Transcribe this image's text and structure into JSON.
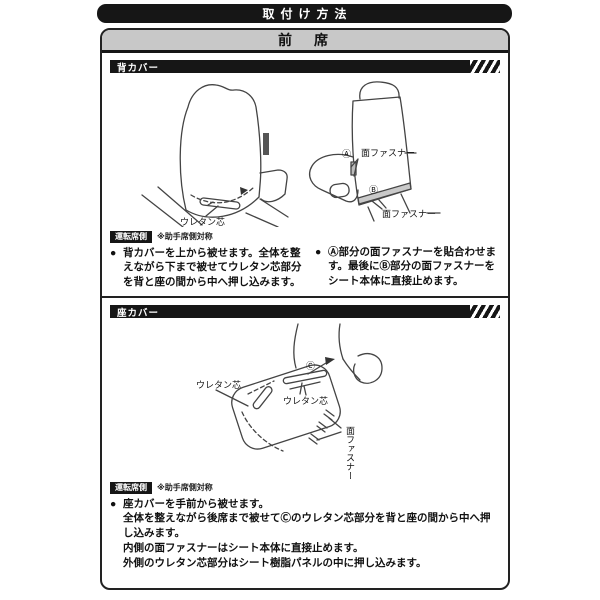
{
  "header": {
    "title": "取付け方法"
  },
  "front_seat": {
    "title": "前　席"
  },
  "glyphs": {
    "bullet": "●"
  },
  "labels": {
    "urethane_core": "ウレタン芯",
    "hook_fastener": "面ファスナー",
    "marker_a": "Ⓐ",
    "marker_b": "Ⓑ",
    "marker_c": "Ⓒ"
  },
  "colors": {
    "bar_black": "#161616",
    "band_gray": "#c8c8c8"
  },
  "back_cover": {
    "section_title": "背カバー",
    "side_badge": "運転席側",
    "side_note": "※助手席側対称",
    "step_left": "背カバーを上から被せます。全体を整えながら下まで被せてウレタン芯部分を背と座の間から中へ押し込みます。",
    "step_right": "Ⓐ部分の面ファスナーを貼合わせます。最後にⒷ部分の面ファスナーをシート本体に直接止めます。"
  },
  "seat_cover": {
    "section_title": "座カバー",
    "side_badge": "運転席側",
    "side_note": "※助手席側対称",
    "steps": [
      "座カバーを手前から被せます。",
      "全体を整えながら後席まで被せてⒸのウレタン芯部分を背と座の間から中へ押し込みます。",
      "内側の面ファスナーはシート本体に直接止めます。",
      "外側のウレタン芯部分はシート樹脂パネルの中に押し込みます。"
    ]
  }
}
